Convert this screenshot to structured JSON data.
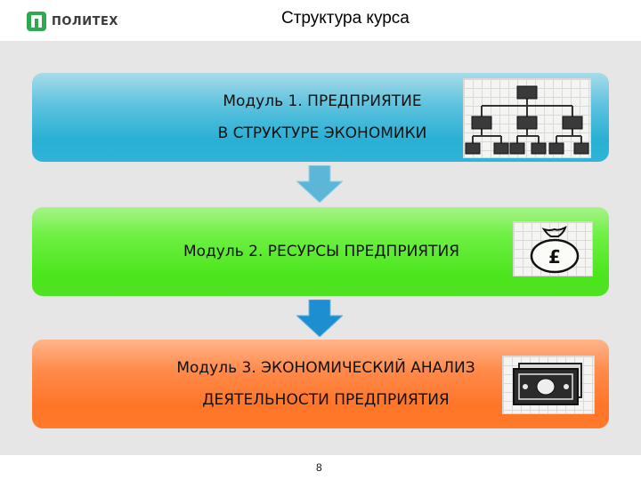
{
  "header": {
    "logo_text": "ПОЛИТЕХ",
    "title": "Структура курса"
  },
  "modules": [
    {
      "line1": "Модуль 1. ПРЕДПРИЯТИЕ",
      "line2": "В СТРУКТУРЕ ЭКОНОМИКИ",
      "color": "#29b0d4",
      "icon": "org-chart-icon"
    },
    {
      "line1": "Модуль 2.  РЕСУРСЫ ПРЕДПРИЯТИЯ",
      "color": "#4ce61d",
      "icon": "money-bag-icon"
    },
    {
      "line1": "Модуль 3. ЭКОНОМИЧЕСКИЙ АНАЛИЗ",
      "line2": "ДЕЯТЕЛЬНОСТИ ПРЕДПРИЯТИЯ",
      "color": "#ff7527",
      "icon": "banknotes-icon"
    }
  ],
  "arrows": [
    {
      "icon": "arrow-down-icon",
      "color": "#5bb6d8"
    },
    {
      "icon": "arrow-down-icon",
      "color": "#1d8fd1"
    }
  ],
  "footer": {
    "page_number": "8"
  }
}
